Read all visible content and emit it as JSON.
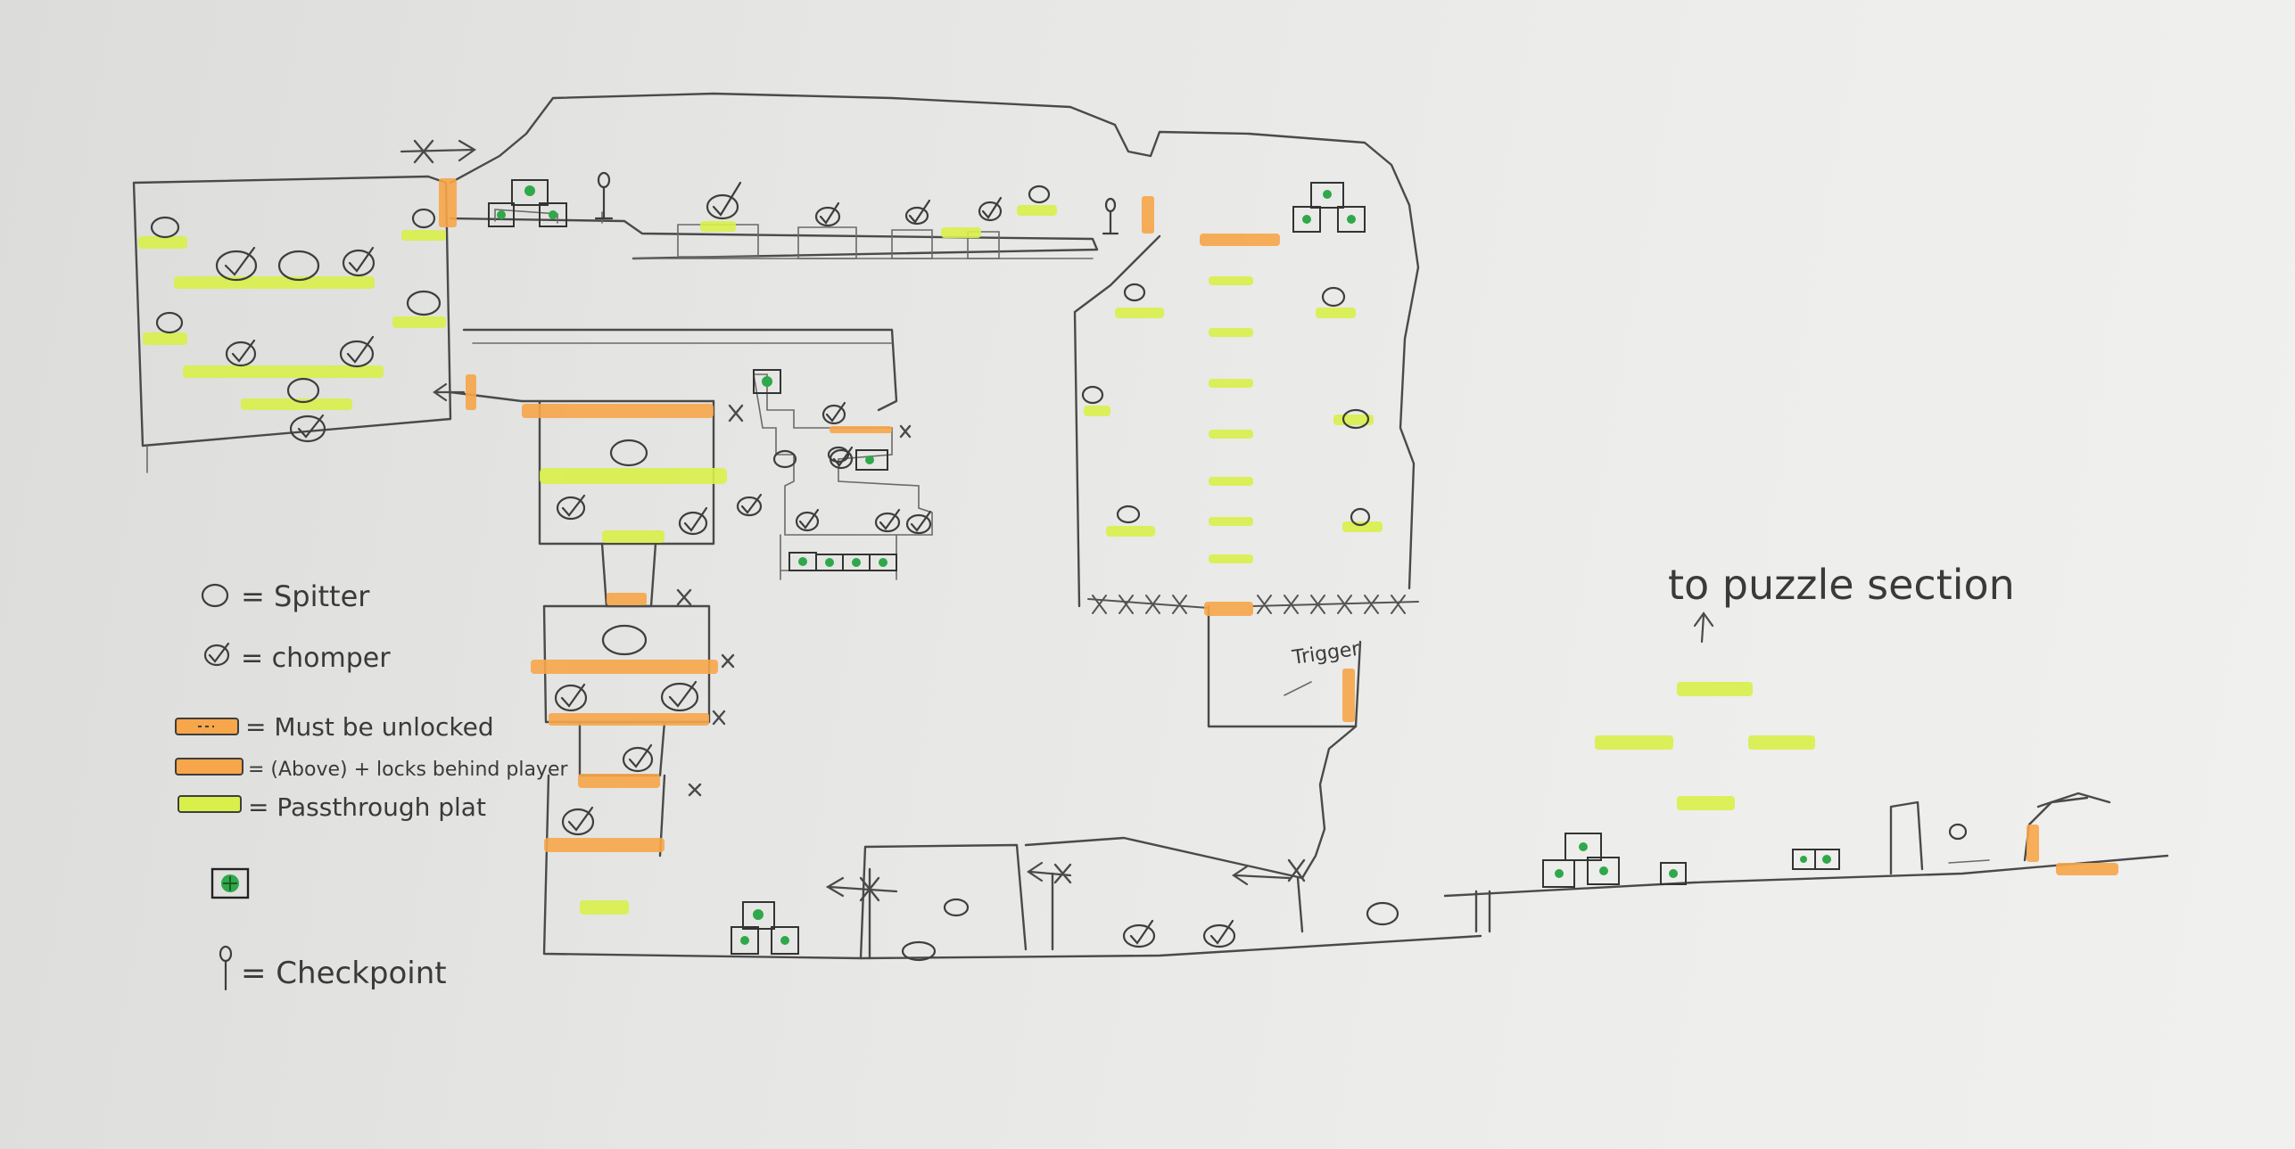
{
  "sketch": {
    "paper_color": "#ebebe9",
    "pencil_color": "#4a4a4a",
    "orange_color": "#f7a64a",
    "green_color": "#d9f04a",
    "crate_color": "#2fa84a"
  },
  "legend": {
    "spitter_label": "= Spitter",
    "chomper_label": "= chomper",
    "must_unlock_label": "= Must be unlocked",
    "locks_behind_label": "= (Above) + locks behind player",
    "passthrough_label": "= Passthrough plat",
    "checkpoint_label": "= Checkpoint"
  },
  "annotations": {
    "puzzle_section_label": "to puzzle section",
    "trigger_label": "Trigger"
  }
}
